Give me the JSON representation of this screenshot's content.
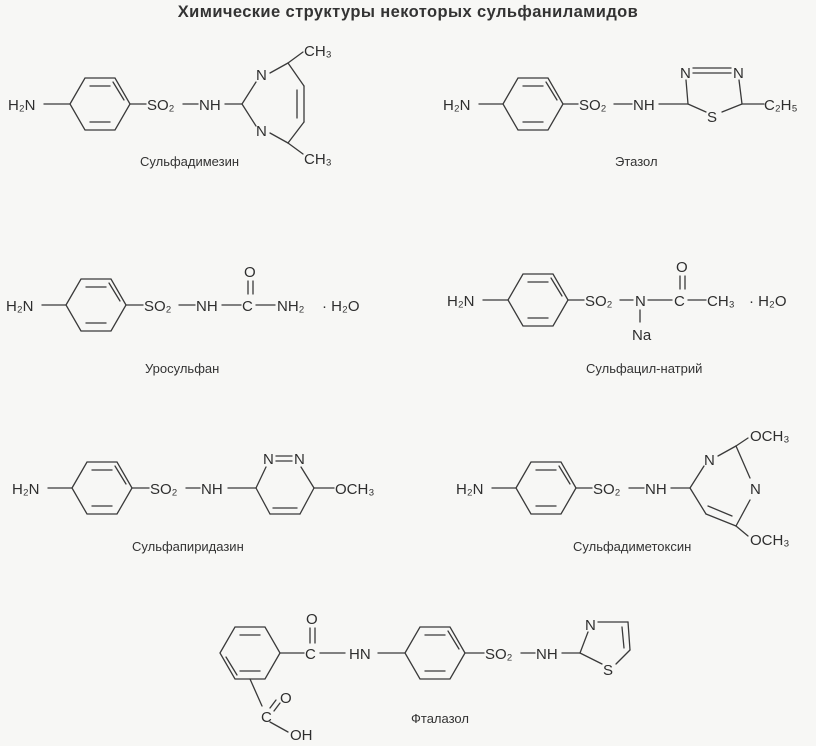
{
  "title": "Химические структуры некоторых сульфаниламидов",
  "compounds": [
    {
      "name": "Сульфадимезин"
    },
    {
      "name": "Этазол"
    },
    {
      "name": "Уросульфан"
    },
    {
      "name": "Сульфацил-натрий"
    },
    {
      "name": "Сульфапиридазин"
    },
    {
      "name": "Сульфадиметоксин"
    },
    {
      "name": "Фталазол"
    }
  ],
  "atoms": {
    "h2n": "H₂N",
    "so2": "SO₂",
    "nh": "NH",
    "hn": "HN",
    "n": "N",
    "s": "S",
    "o": "O",
    "oh": "OH",
    "c": "C",
    "na": "Na",
    "ch3": "CH₃",
    "och3": "OCH₃",
    "c2h5": "C₂H₅",
    "nh2": "NH₂",
    "hydrate": "· H₂O"
  },
  "colors": {
    "ink": "#2e2e2e",
    "background": "#f7f7f5"
  }
}
